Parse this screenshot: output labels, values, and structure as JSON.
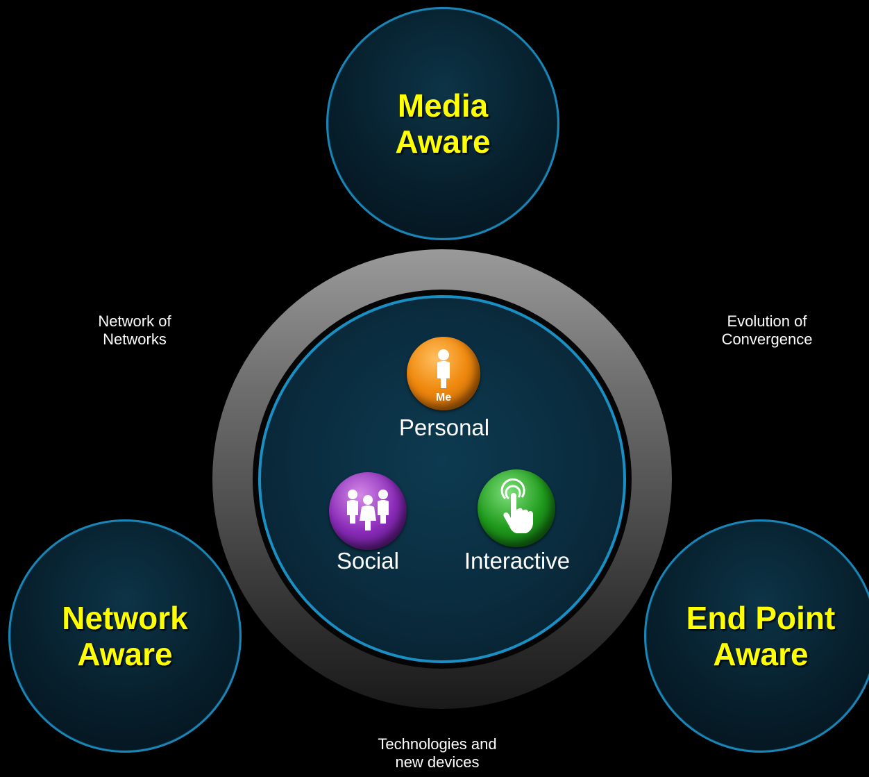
{
  "outer_circles": {
    "media": "Media\nAware",
    "network": "Network\nAware",
    "endpoint": "End Point\nAware"
  },
  "side_labels": {
    "left": "Network of\nNetworks",
    "right": "Evolution of\nConvergence",
    "bottom": "Technologies and\nnew devices"
  },
  "center": {
    "personal": {
      "label": "Personal",
      "badge": "Me",
      "icon": "person-me-icon",
      "color": "#f08a10"
    },
    "social": {
      "label": "Social",
      "icon": "group-people-icon",
      "color": "#8a2cb8"
    },
    "interactive": {
      "label": "Interactive",
      "icon": "touch-hand-icon",
      "color": "#1f9a1c"
    }
  },
  "colors": {
    "background": "#000000",
    "title_yellow": "#ffff00",
    "circle_border": "#1a86b8"
  }
}
